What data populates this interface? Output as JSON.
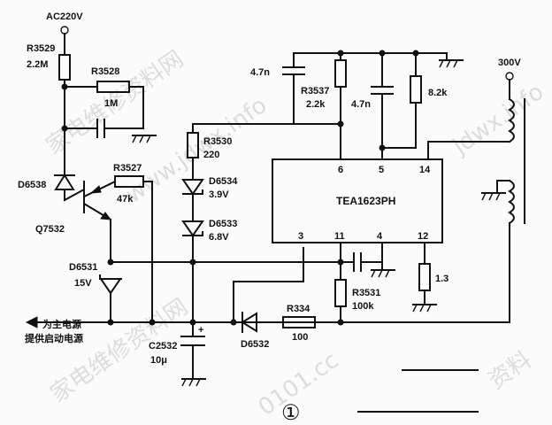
{
  "watermark": {
    "text_a": "家电维修资料网",
    "text_b": "www.jdwx.info",
    "text_c": "jdwx.info",
    "text_d": "家电维修资料网",
    "text_e": "0101.cc",
    "text_f": "资料"
  },
  "supply": {
    "ac": "AC220V",
    "hv": "300V"
  },
  "components": {
    "r3529": {
      "ref": "R3529",
      "value": "2.2M"
    },
    "r3528": {
      "ref": "R3528",
      "value": "1M"
    },
    "r3527": {
      "ref": "R3527",
      "value": "47k"
    },
    "d6538": {
      "ref": "D6538"
    },
    "q7532": {
      "ref": "Q7532"
    },
    "d6531": {
      "ref": "D6531",
      "value": "15V"
    },
    "r3530": {
      "ref": "R3530",
      "value": "220"
    },
    "d6534": {
      "ref": "D6534",
      "value": "3.9V"
    },
    "d6533": {
      "ref": "D6533",
      "value": "6.8V"
    },
    "c_top1": {
      "value": "4.7n"
    },
    "r3537": {
      "ref": "R3537",
      "value": "2.2k"
    },
    "c_top2": {
      "value": "4.7n"
    },
    "r_82k": {
      "value": "8.2k"
    },
    "r_13": {
      "value": "1.3"
    },
    "r3531": {
      "ref": "R3531",
      "value": "100k"
    },
    "r334": {
      "ref": "R334",
      "value": "100"
    },
    "d6532": {
      "ref": "D6532"
    },
    "c2532": {
      "ref": "C2532",
      "value": "10μ"
    },
    "c2532_polarity": "+"
  },
  "ic": {
    "name": "TEA1623PH",
    "pins": {
      "p6": "6",
      "p5": "5",
      "p14": "14",
      "p3": "3",
      "p11": "11",
      "p4": "4",
      "p12": "12"
    }
  },
  "notes": {
    "line1": "为主电源",
    "line2": "提供启动电源"
  },
  "figure_marker": "①"
}
